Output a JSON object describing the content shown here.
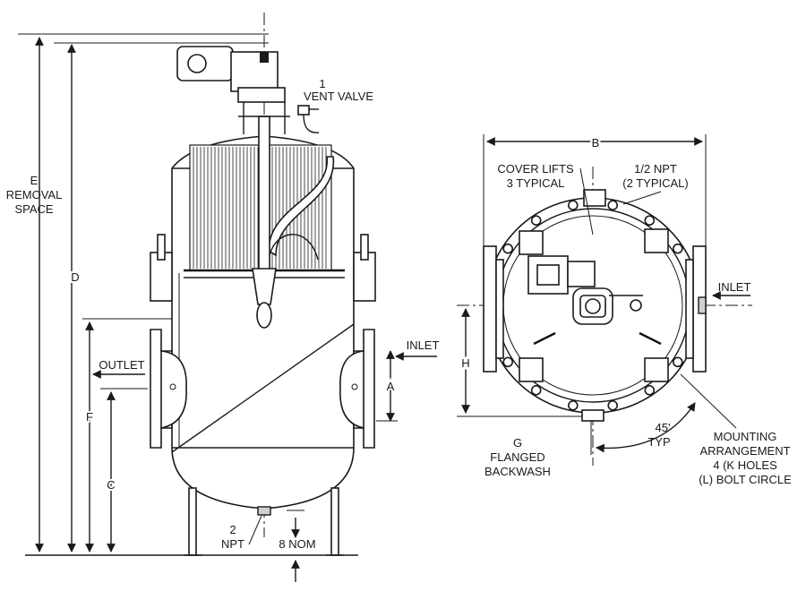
{
  "side_view": {
    "vent_valve_num": "1",
    "vent_valve_label": "VENT VALVE",
    "removal_letter": "E",
    "removal_line1": "REMOVAL",
    "removal_line2": "SPACE",
    "dim_d": "D",
    "dim_f": "F",
    "dim_c": "C",
    "dim_a": "A",
    "outlet": "OUTLET",
    "inlet": "INLET",
    "drain_num": "2",
    "drain_npt": "NPT",
    "nom": "8 NOM"
  },
  "top_view": {
    "dim_b": "B",
    "cover_lifts_1": "COVER LIFTS",
    "cover_lifts_2": "3 TYPICAL",
    "npt_1": "1/2 NPT",
    "npt_2": "(2 TYPICAL)",
    "inlet": "INLET",
    "dim_h": "H",
    "g_letter": "G",
    "g_line1": "FLANGED",
    "g_line2": "BACKWASH",
    "angle_1": "45'",
    "angle_2": "TYP",
    "mount_1": "MOUNTING",
    "mount_2": "ARRANGEMENT",
    "mount_3": "4 (K HOLES",
    "mount_4": "(L) BOLT CIRCLE"
  }
}
